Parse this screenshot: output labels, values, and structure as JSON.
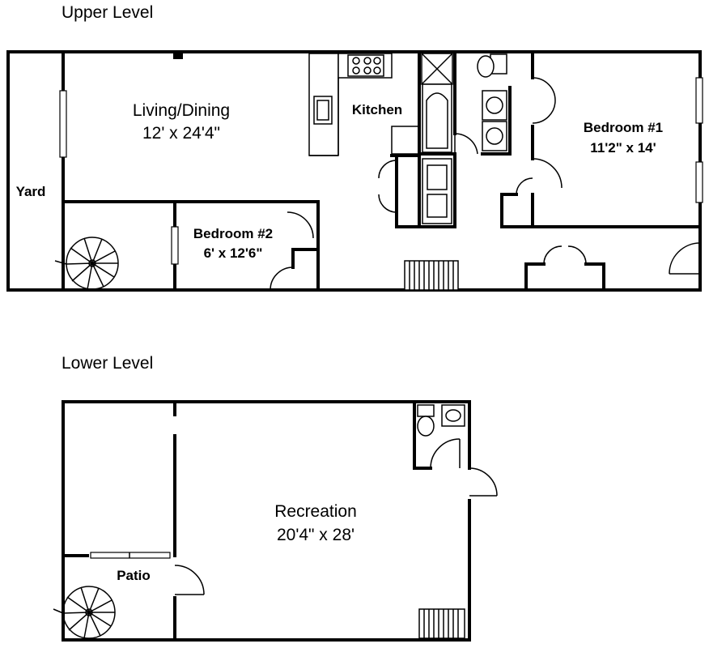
{
  "levels": {
    "upper": "Upper Level",
    "lower": "Lower Level"
  },
  "rooms": {
    "living": {
      "name": "Living/Dining",
      "size": "12' x 24'4\""
    },
    "kitchen": {
      "name": "Kitchen"
    },
    "bedroom1": {
      "name": "Bedroom #1",
      "size": "11'2\" x 14'"
    },
    "bedroom2": {
      "name": "Bedroom #2",
      "size": "6' x 12'6\""
    },
    "yard": {
      "name": "Yard"
    },
    "recreation": {
      "name": "Recreation",
      "size": "20'4\" x 28'"
    },
    "patio": {
      "name": "Patio"
    }
  }
}
